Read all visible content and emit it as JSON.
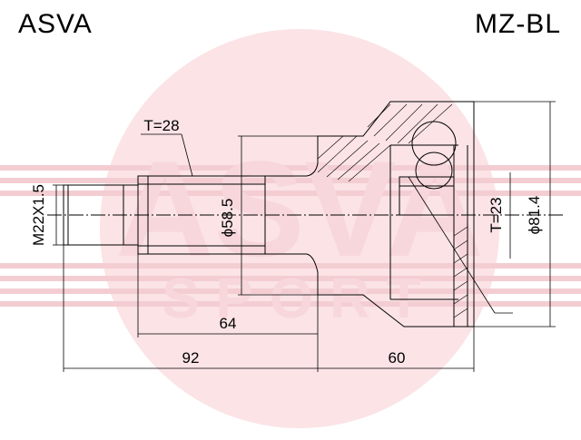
{
  "header": {
    "brand": "ASVA",
    "part_number": "MZ-BL"
  },
  "watermark": {
    "line1": "ASVA",
    "line2": "SPORT"
  },
  "dimensions": {
    "thread": "M22X1.5",
    "spline_teeth": "T=28",
    "seal_diameter": "ϕ58.5",
    "shaft_length": "64",
    "overall_shaft": "92",
    "housing_length": "60",
    "inner_teeth": "T=23",
    "outer_diameter": "ϕ81.4"
  },
  "colors": {
    "watermark": "#f2c6cc",
    "watermark_text": "#f7dde0",
    "line": "#000000"
  }
}
